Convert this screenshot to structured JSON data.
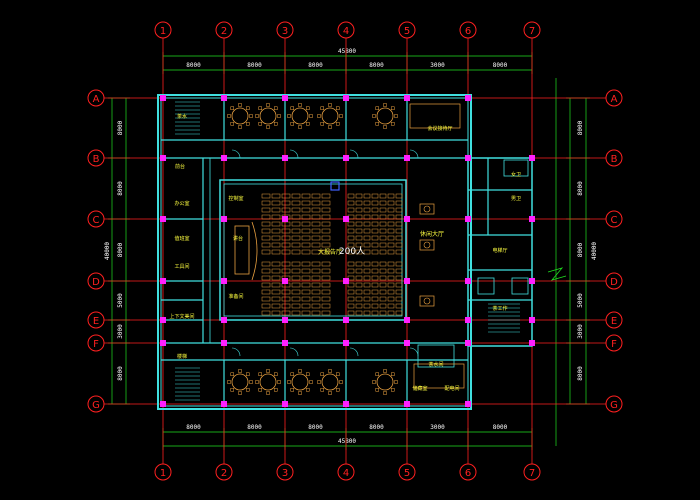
{
  "colors": {
    "background": "#000000",
    "axis": "#ff2020",
    "dimension": "#20e020",
    "wall": "#40e0e0",
    "column": "#ff20ff",
    "furniture": "#e8a040",
    "label": "#ffff40",
    "green": "#20ff40",
    "white": "#ffffff",
    "blue": "#4060ff"
  },
  "axes": {
    "columns": [
      "1",
      "2",
      "3",
      "4",
      "5",
      "6",
      "7"
    ],
    "rows": [
      "A",
      "B",
      "C",
      "D",
      "E",
      "F",
      "G"
    ]
  },
  "dimensions": {
    "top_total": "45800",
    "bottom_total": "45800",
    "top_segments": [
      "8000",
      "8000",
      "8000",
      "8000",
      "3000",
      "8000"
    ],
    "bottom_segments": [
      "8000",
      "8000",
      "8000",
      "8000",
      "3000",
      "8000"
    ],
    "left_total": "40000",
    "right_total": "40000",
    "left_segments": [
      "8000",
      "8000",
      "8000",
      "5000",
      "3000",
      "8000"
    ],
    "right_segments": [
      "8000",
      "8000",
      "8000",
      "5000",
      "3000",
      "8000"
    ]
  },
  "rooms": {
    "hall_capacity": "200人",
    "hall_name": "大报告厅",
    "stage_right_label": "休闲大厅",
    "top_right_room": "会议接待厅",
    "right_mid_room": "电梯厅",
    "right_small_1": "女卫",
    "right_small_2": "男卫",
    "lobby_left_top": "前台",
    "left_room_1": "办公室",
    "left_room_2": "值班室",
    "left_room_3": "工具间",
    "left_room_4": "上下文美间",
    "bottom_left_room": "楼梯",
    "bottom_right_room_1": "茶水间",
    "bottom_right_room_2": "储藏室",
    "bottom_right_room_3": "配电间",
    "projector_room": "控制室",
    "prep_room": "准备间",
    "stage_left_label": "讲台",
    "upper_left_room": "茶水",
    "right_room_lower": "茶工作"
  }
}
